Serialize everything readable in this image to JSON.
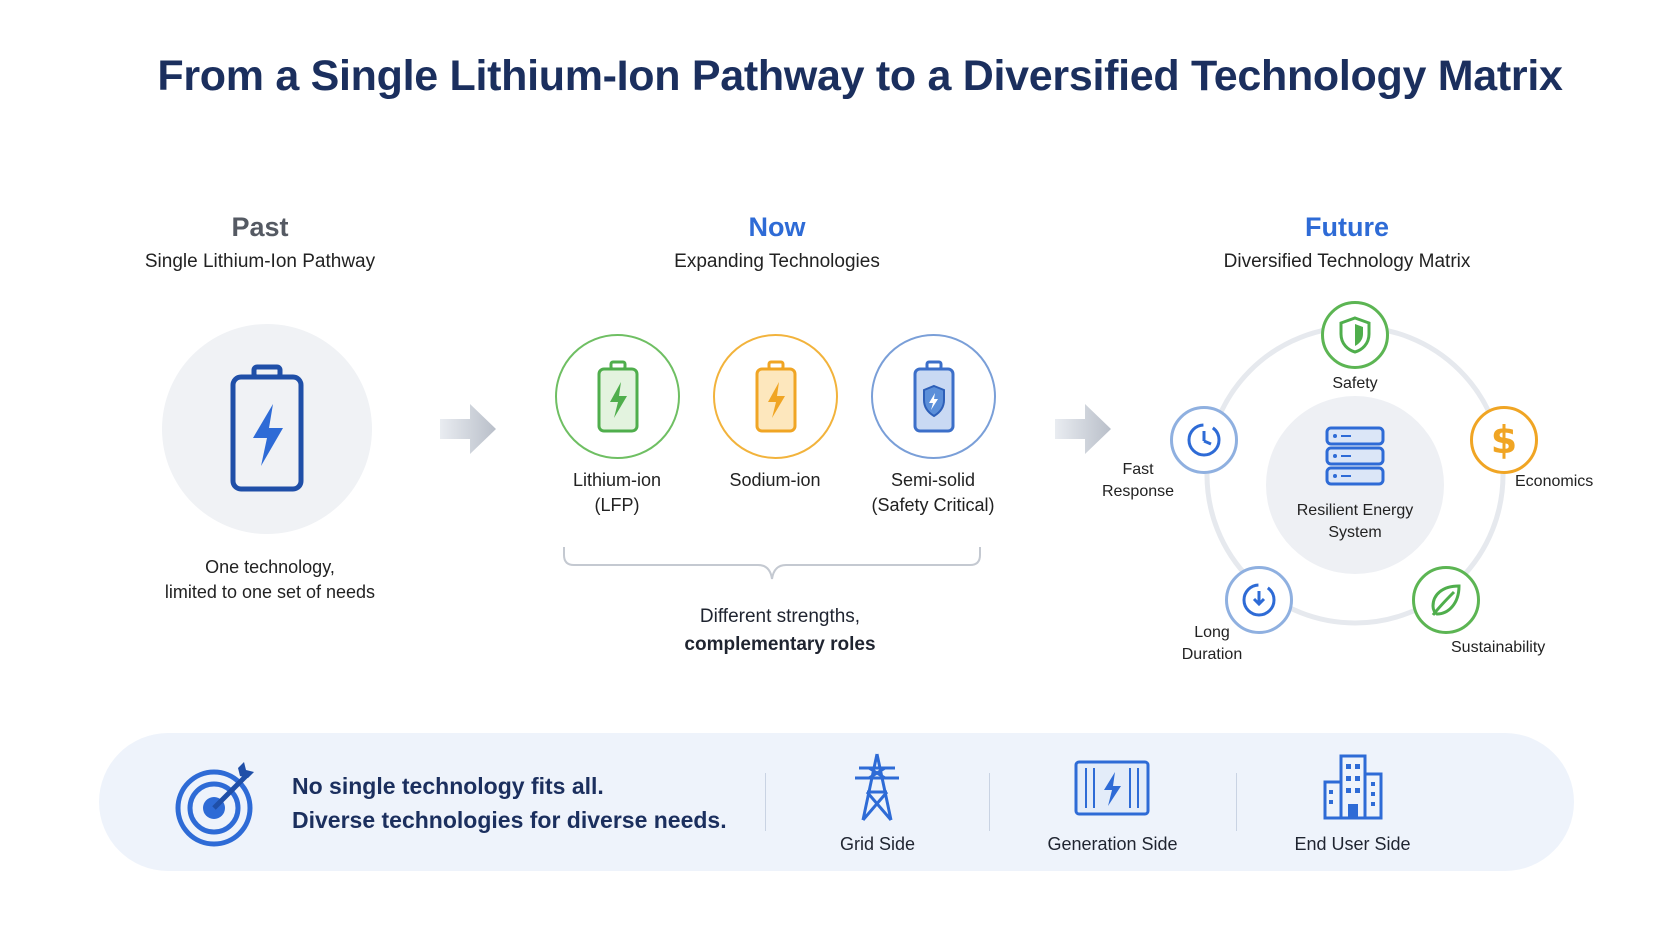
{
  "title": "From a Single Lithium-Ion Pathway to a Diversified Technology Matrix",
  "colors": {
    "navy": "#1b2f5e",
    "blue": "#2e6bd6",
    "gray": "#555a63",
    "green": "#4fae4c",
    "orange": "#f0a524",
    "light_blue": "#7a9fd8"
  },
  "past": {
    "heading": "Past",
    "subtitle": "Single Lithium-Ion Pathway",
    "icon": "battery-bolt-icon",
    "caption_line1": "One technology,",
    "caption_line2": "limited to one set of needs"
  },
  "now": {
    "heading": "Now",
    "subtitle": "Expanding Technologies",
    "technologies": [
      {
        "line1": "Lithium-ion",
        "line2": "(LFP)",
        "icon": "battery-green-icon",
        "color": "#4fae4c"
      },
      {
        "line1": "Sodium-ion",
        "line2": "",
        "icon": "battery-orange-icon",
        "color": "#f0a524"
      },
      {
        "line1": "Semi-solid",
        "line2": "(Safety Critical)",
        "icon": "battery-shield-icon",
        "color": "#5b8fd9"
      }
    ],
    "caption_line1": "Different strengths,",
    "caption_line2": "complementary roles"
  },
  "future": {
    "heading": "Future",
    "subtitle": "Diversified Technology Matrix",
    "center_line1": "Resilient Energy",
    "center_line2": "System",
    "nodes": {
      "safety": "Safety",
      "economics": "Economics",
      "sustainability": "Sustainability",
      "long_line1": "Long",
      "long_line2": "Duration",
      "fast_line1": "Fast",
      "fast_line2": "Response"
    }
  },
  "bottom": {
    "line1": "No single technology fits all.",
    "line2": "Diverse technologies for diverse needs.",
    "sides": [
      "Grid Side",
      "Generation Side",
      "End User Side"
    ]
  }
}
